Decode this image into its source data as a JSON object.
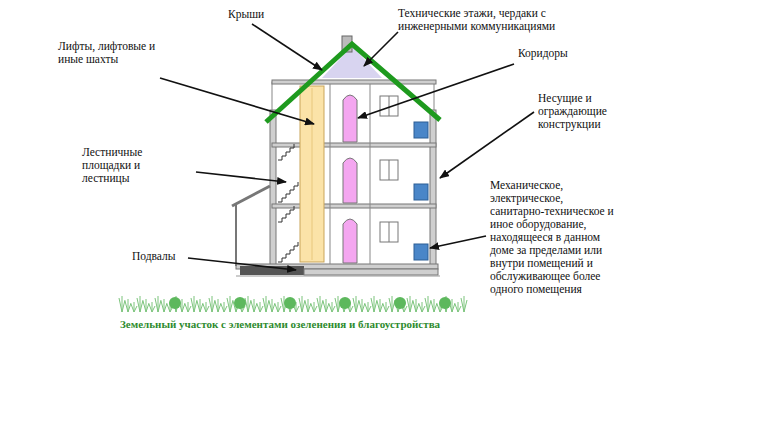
{
  "diagram": {
    "labels": [
      "Крыши",
      "Технические этажи, чердаки с инженерными коммуникациями",
      "Лифты, лифтовые и иные шахты",
      "Коридоры",
      "Несущие и ограждающие конструкции",
      "Лестничные площадки и лестницы",
      "Механическое, электрическое, санитарно-техническое и иное оборудование, находящееся в данном доме за пределами или внутри помещений и обслуживающее более одного помещения",
      "Подвалы",
      "Земельный участок с элементами озеленения и благоустройства"
    ]
  }
}
